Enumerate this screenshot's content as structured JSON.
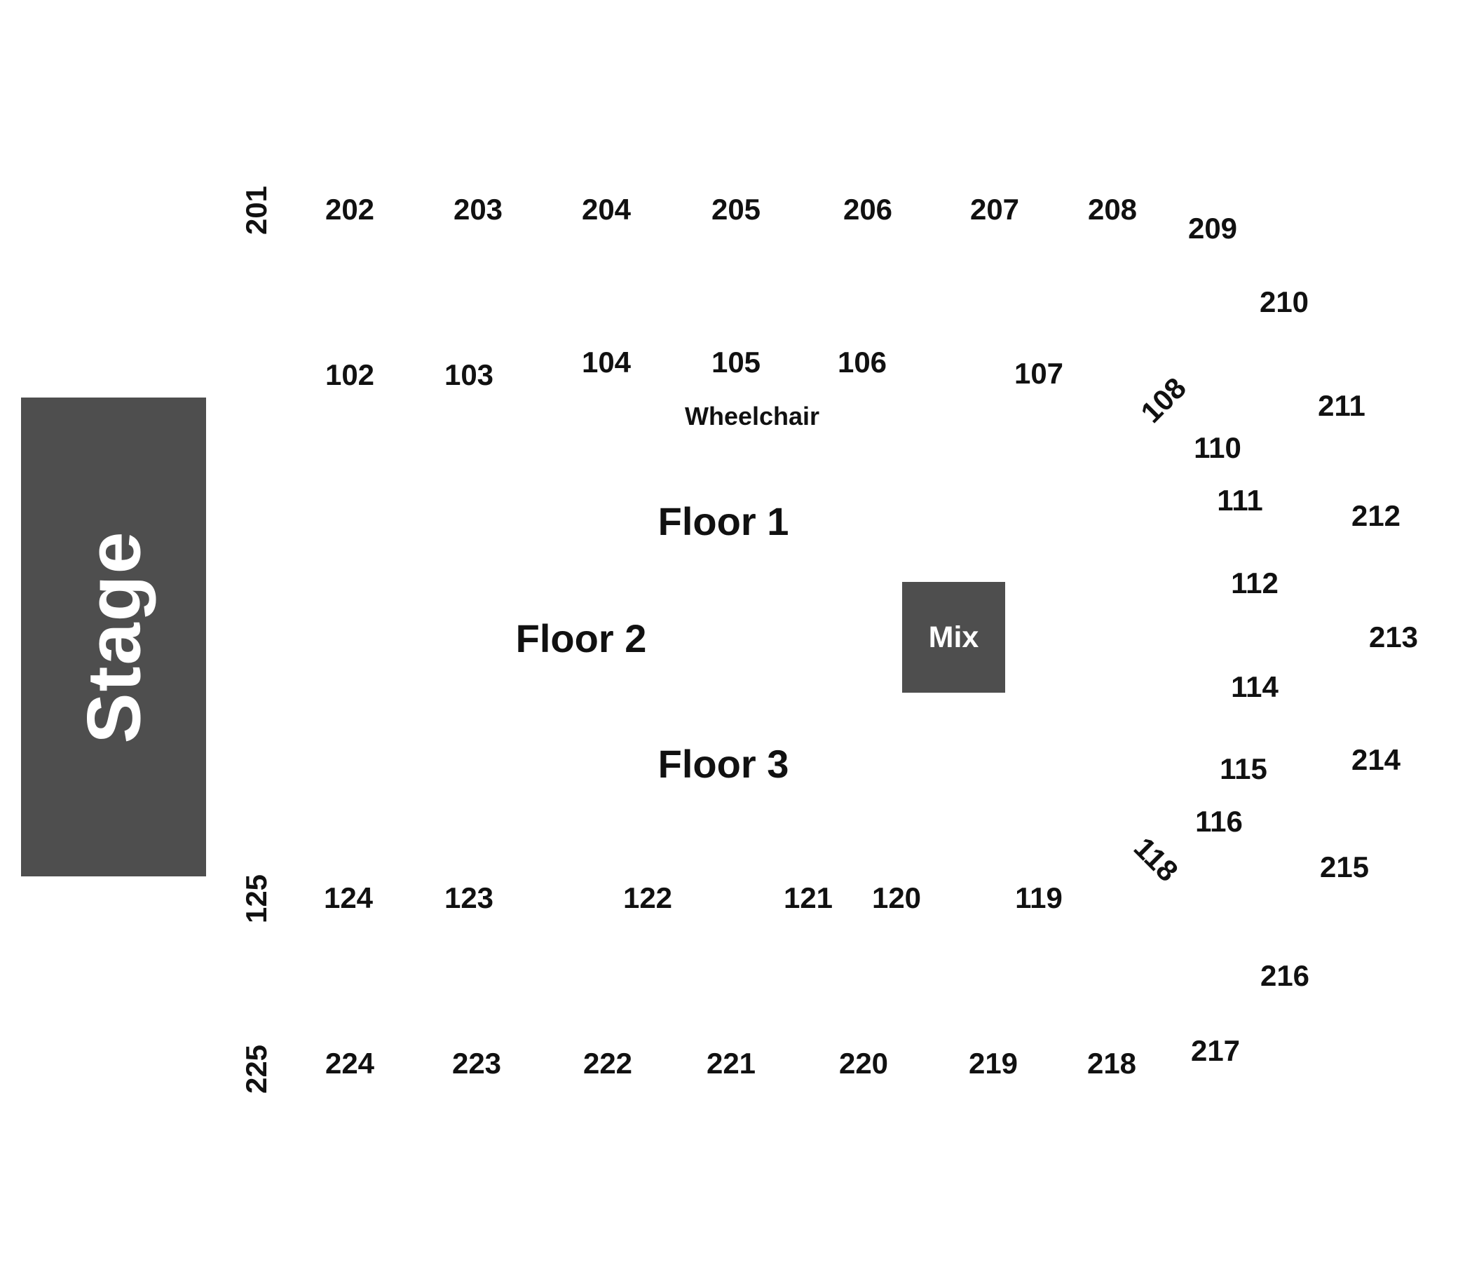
{
  "map": {
    "stage": "Stage",
    "mix": "Mix",
    "floors": [
      "Floor 1",
      "Floor 2",
      "Floor 3"
    ],
    "wheelchair": "Wheelchair",
    "sections": {
      "s201": "201",
      "s202": "202",
      "s203": "203",
      "s204": "204",
      "s205": "205",
      "s206": "206",
      "s207": "207",
      "s208": "208",
      "s209": "209",
      "s210": "210",
      "s211": "211",
      "s212": "212",
      "s213": "213",
      "s214": "214",
      "s215": "215",
      "s216": "216",
      "s217": "217",
      "s218": "218",
      "s219": "219",
      "s220": "220",
      "s221": "221",
      "s222": "222",
      "s223": "223",
      "s224": "224",
      "s225": "225",
      "s102": "102",
      "s103": "103",
      "s104": "104",
      "s105": "105",
      "s106": "106",
      "s107": "107",
      "s108": "108",
      "s110": "110",
      "s111": "111",
      "s112": "112",
      "s114": "114",
      "s115": "115",
      "s116": "116",
      "s118": "118",
      "s119": "119",
      "s120": "120",
      "s121": "121",
      "s122": "122",
      "s123": "123",
      "s124": "124",
      "s125": "125"
    }
  }
}
